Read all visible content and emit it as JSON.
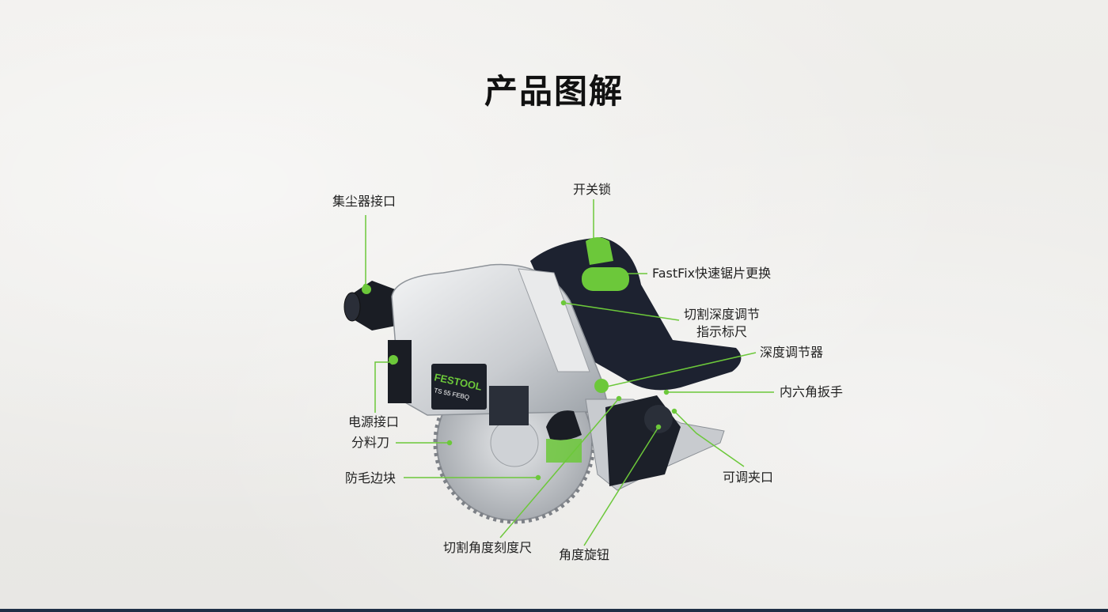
{
  "page": {
    "title": "产品图解"
  },
  "product": {
    "brand_text": "FESTOOL",
    "model_text": "TS 55 FEBQ"
  },
  "callouts": [
    {
      "id": "dust-port",
      "label": "集尘器接口"
    },
    {
      "id": "switch-lock",
      "label": "开关锁"
    },
    {
      "id": "fastfix",
      "label": "FastFix快速锯片更换"
    },
    {
      "id": "depth-indicator",
      "label": "切割深度调节",
      "label2": "指示标尺"
    },
    {
      "id": "depth-adjuster",
      "label": "深度调节器"
    },
    {
      "id": "hex-wrench",
      "label": "内六角扳手"
    },
    {
      "id": "power-port",
      "label": "电源接口"
    },
    {
      "id": "riving-knife",
      "label": "分料刀"
    },
    {
      "id": "splinter-guard",
      "label": "防毛边块"
    },
    {
      "id": "adjustable-clamp",
      "label": "可调夹口"
    },
    {
      "id": "bevel-scale",
      "label": "切割角度刻度尺"
    },
    {
      "id": "bevel-knob",
      "label": "角度旋钮"
    }
  ],
  "colors": {
    "accent": "#6cc83a",
    "title": "#111111",
    "text": "#222222",
    "footer": "#1f2f46"
  }
}
